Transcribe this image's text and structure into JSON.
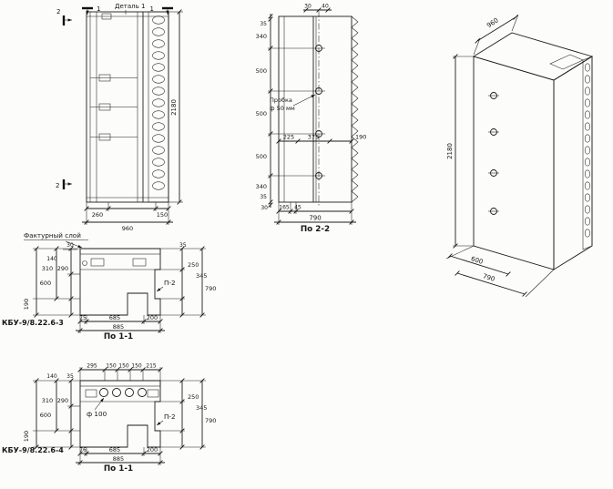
{
  "colors": {
    "ink": "#161616",
    "paper": "#fcfcfa"
  },
  "front_view": {
    "detail_label": "Деталь 1",
    "marks": {
      "sec1_left": "1",
      "sec1_right": "1",
      "sec2_top": "2",
      "sec2_bottom": "2"
    },
    "dim_height": "2180",
    "bottom_dims": [
      "260",
      "960",
      "150"
    ]
  },
  "section_2_2": {
    "title": "По 2-2",
    "plug_label": [
      "Пробка",
      "ф 50 мм"
    ],
    "top_dims": [
      "30",
      "40"
    ],
    "left_dims": [
      "35",
      "340",
      "500",
      "500",
      "500",
      "340",
      "35"
    ],
    "mid_dims": [
      "225",
      "375",
      "190"
    ],
    "bottom_dims": [
      "30",
      "165",
      "45",
      "790"
    ]
  },
  "iso_view": {
    "dim_width": "960",
    "dim_height": "2180",
    "dim_depth_inner": "600",
    "dim_depth_outer": "790"
  },
  "section_1_1_a": {
    "title": "По 1-1",
    "mark": "КБУ-9/8.22.6-3",
    "note": "Фактурный слой",
    "loop_label": "П-2",
    "top_left_dims": [
      "30",
      "140"
    ],
    "top_right_dim": "35",
    "left_dims": [
      "310",
      "290",
      "600",
      "190"
    ],
    "right_dims": [
      "250",
      "345",
      "790"
    ],
    "bottom_dims": [
      "75",
      "685",
      "200",
      "885"
    ]
  },
  "section_1_1_b": {
    "title": "По 1-1",
    "mark": "КБУ-9/8.22.6-4",
    "hole_label": "ф 100",
    "loop_label": "П-2",
    "top_dims": [
      "295",
      "150",
      "150",
      "150",
      "215"
    ],
    "top_left_dims": [
      "140",
      "35"
    ],
    "left_dims": [
      "310",
      "290",
      "600",
      "190"
    ],
    "right_dims": [
      "250",
      "345",
      "790"
    ],
    "bottom_dims": [
      "76",
      "685",
      "200",
      "885"
    ]
  }
}
